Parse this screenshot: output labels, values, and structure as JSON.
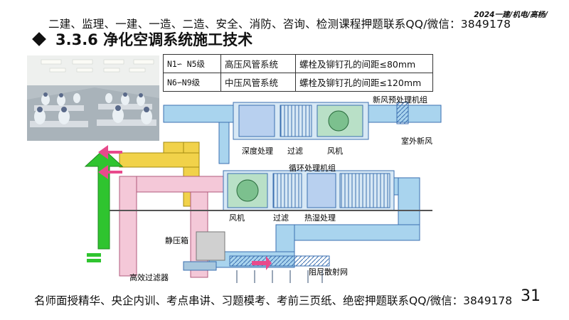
{
  "header": {
    "banner": "二建、监理、一建、一造、二造、安全、消防、咨询、检测课程押题联系QQ/微信：3849178",
    "corner_tag": "2024一建/机电/高杨/"
  },
  "slide": {
    "title": "3.3.6 净化空调系统施工技术",
    "page_number": "31"
  },
  "spec_table": {
    "rows": [
      {
        "grade": "N1∽ N5级",
        "system": "高压风管系统",
        "rule": "螺栓及铆钉孔的间距≤80mm"
      },
      {
        "grade": "N6∽N9级",
        "system": "中压风管系统",
        "rule": "螺栓及铆钉孔的间距≤120mm"
      }
    ]
  },
  "diagram": {
    "labels": {
      "fresh_air_unit": "新风预处理机组",
      "outdoor_air": "室外新风",
      "deep_treatment": "深度处理",
      "filter_top": "过滤",
      "fan_top": "风机",
      "circulation_unit": "循环处理机组",
      "fan_mid": "风机",
      "filter_mid": "过滤",
      "heat_humid": "热湿处理",
      "static_box": "静压箱",
      "hepa": "高效过滤器",
      "damping_net": "阻尼散射网"
    },
    "colors": {
      "duct": "#a9d4ee",
      "duct_stroke": "#3b6fb0",
      "supply": "#f1d24a",
      "return": "#f4c8d8",
      "up_arrow": "#2fc42f",
      "arrow": "#e84a8c"
    }
  },
  "footer": {
    "text": "名师面授精华、央企内训、考点串讲、习题模考、考前三页纸、绝密押题联系QQ/微信：3849178"
  }
}
